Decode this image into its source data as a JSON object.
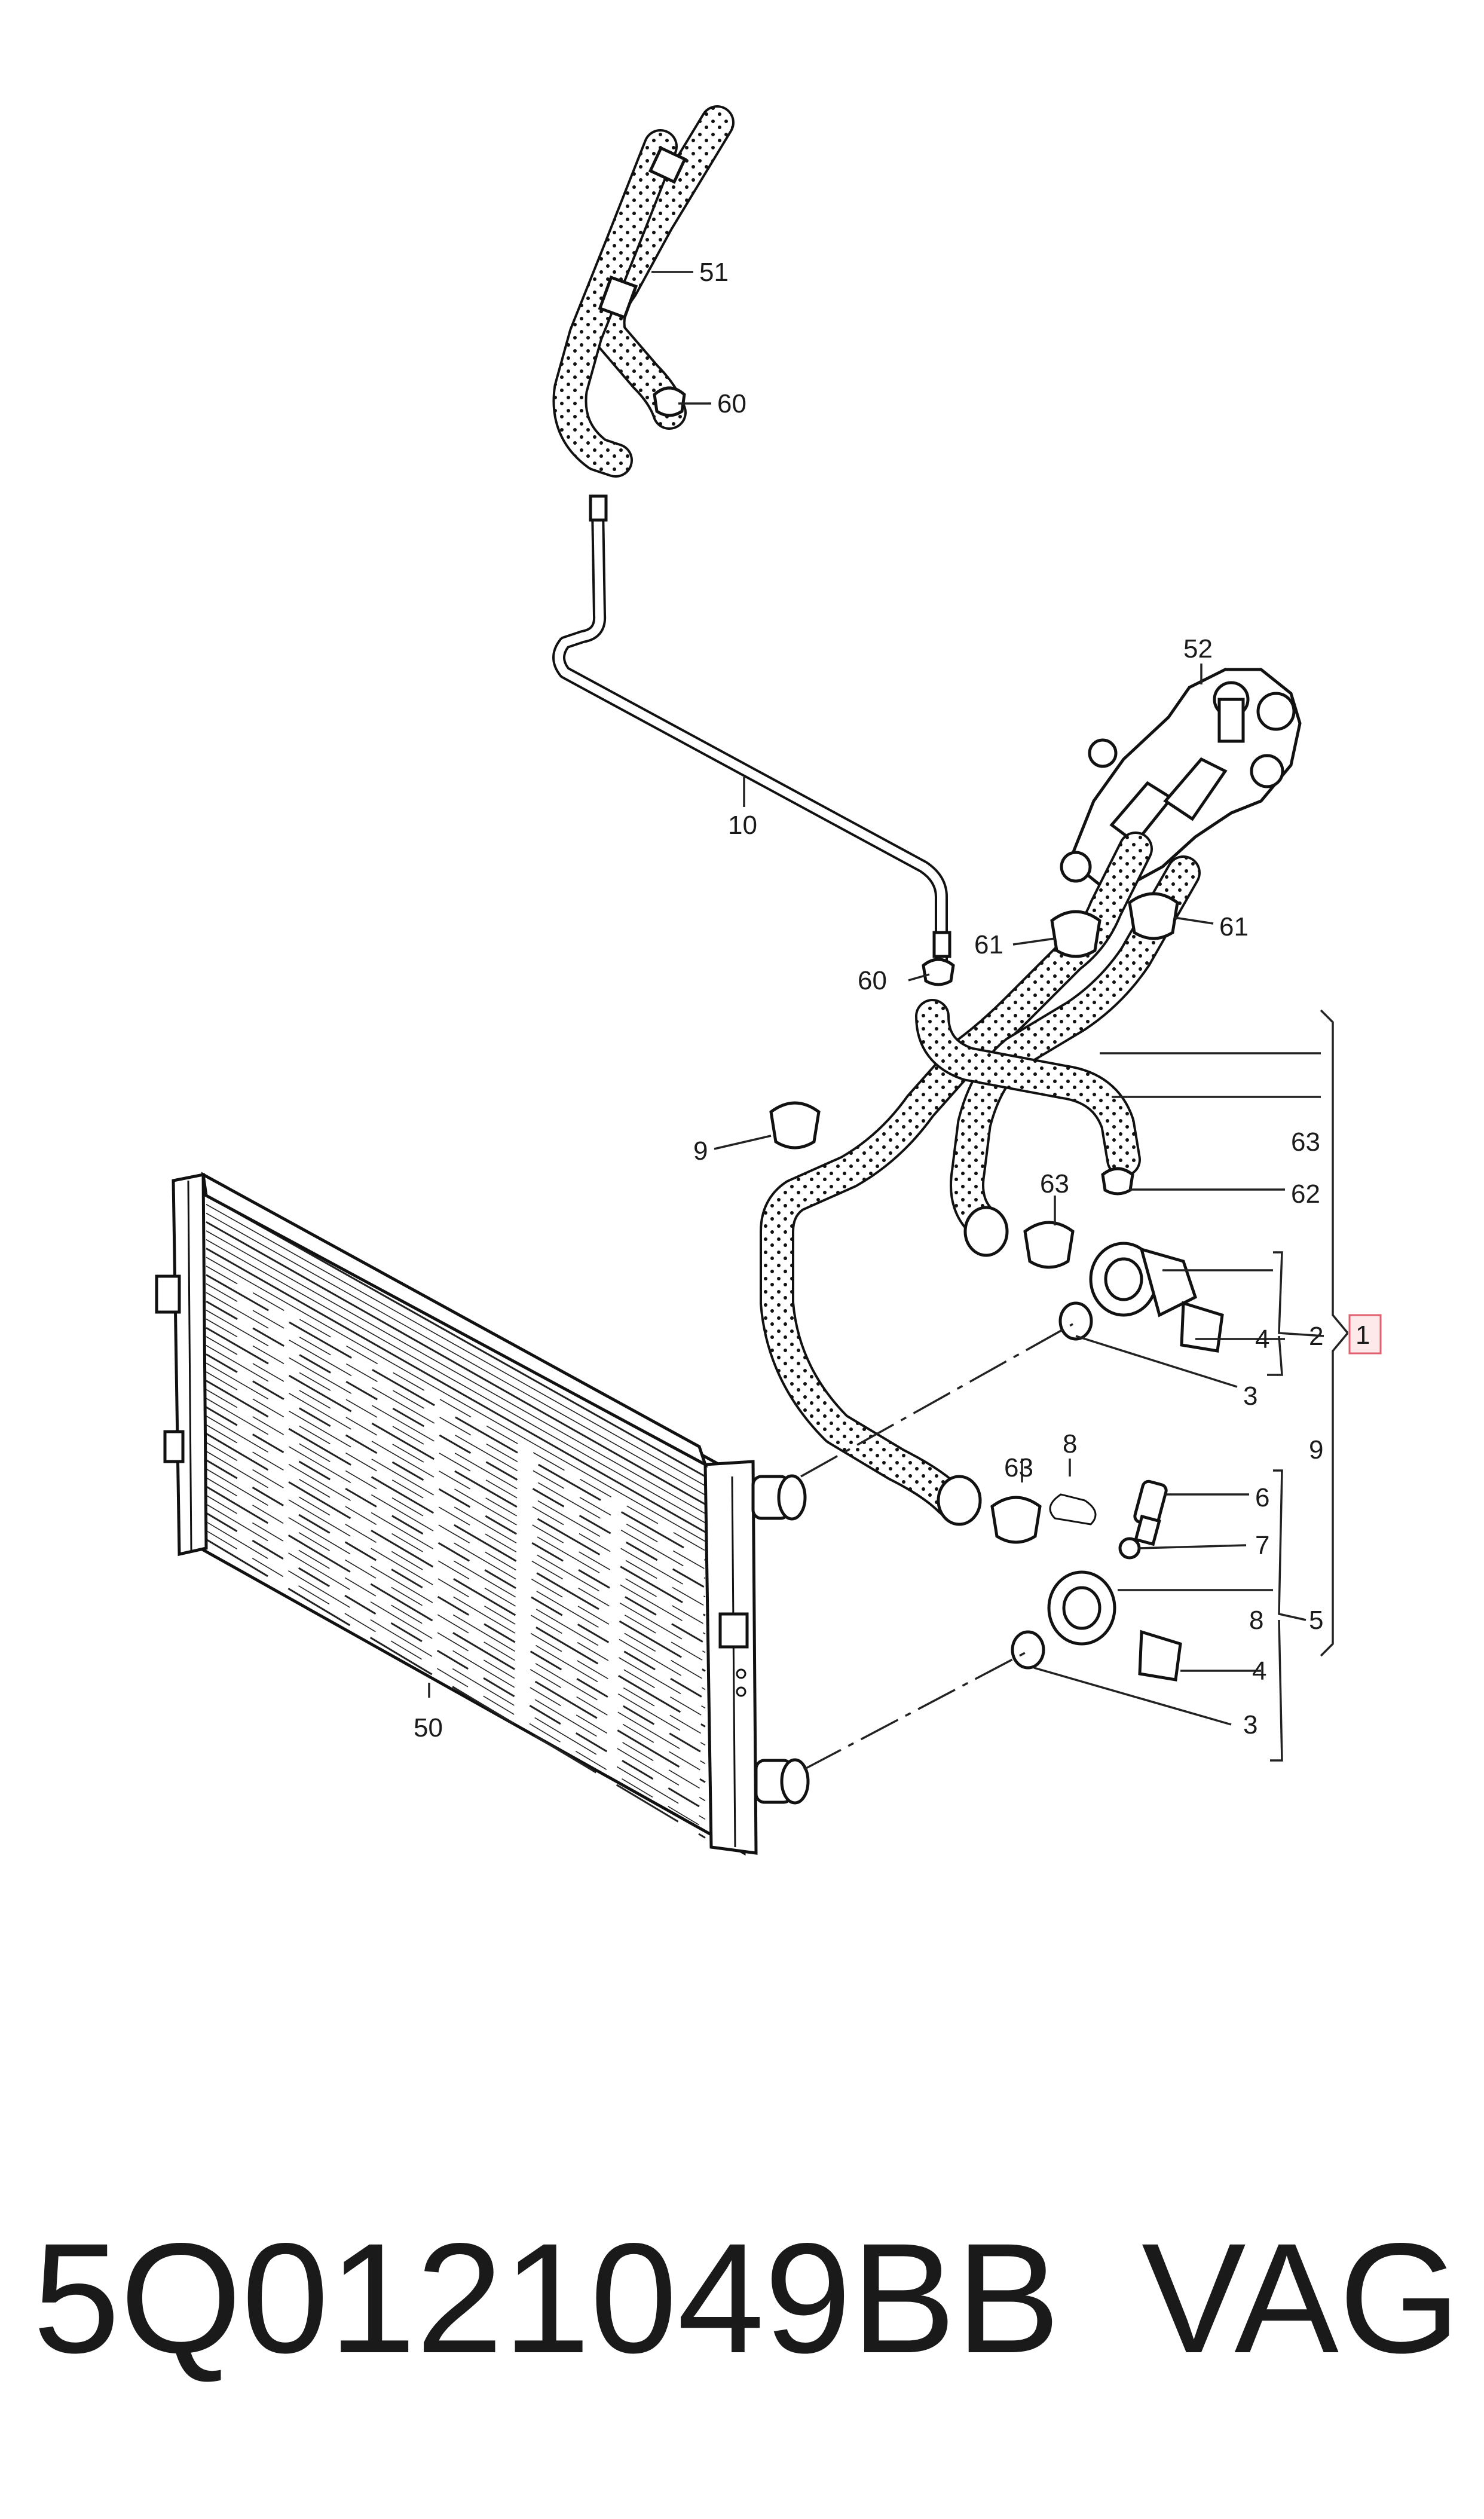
{
  "diagram": {
    "callouts": {
      "c51": "51",
      "c60a": "60",
      "c60b": "60",
      "c52": "52",
      "c10": "10",
      "c61a": "61",
      "c61b": "61",
      "c9": "9",
      "c63a": "63",
      "c63b": "63",
      "c63c": "63",
      "c62": "62",
      "c2": "2",
      "c4a": "4",
      "c3a": "3",
      "c1": "1",
      "c9b": "9",
      "c8a": "8",
      "c6": "6",
      "c7": "7",
      "c8b": "8",
      "c5": "5",
      "c4b": "4",
      "c3b": "3",
      "c50": "50"
    },
    "highlight_color": "#e06070"
  },
  "footer": {
    "part_number": "5Q0121049BB",
    "brand": "VAG"
  }
}
